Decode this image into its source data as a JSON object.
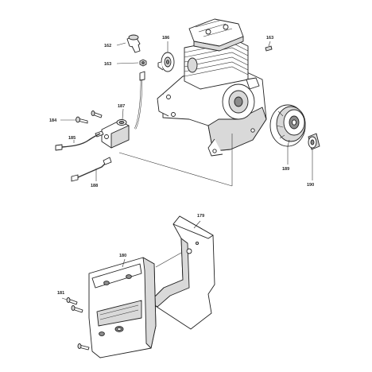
{
  "diagram": {
    "parts": {
      "p162": "162",
      "p163a": "163",
      "p186": "186",
      "p163b": "163",
      "p187": "187",
      "p184": "184",
      "p185": "185",
      "p188": "188",
      "p189": "189",
      "p190": "190",
      "p179": "179",
      "p180": "180",
      "p181": "181"
    }
  }
}
